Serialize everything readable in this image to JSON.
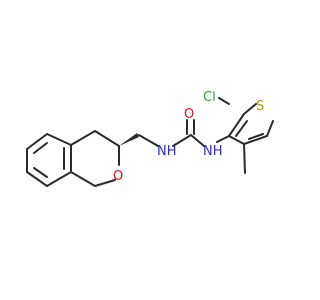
{
  "colors": {
    "bond": "#2b2b2b",
    "nitrogen": "#2a2ad8",
    "oxygen": "#e01010",
    "sulfur": "#b59a00",
    "chlorine": "#1fa81f"
  },
  "atom_labels": {
    "n_left": "NH",
    "n_right": "NH",
    "carbonyl_o": "O",
    "ring_o": "O",
    "cl": "Cl",
    "s": "S"
  }
}
